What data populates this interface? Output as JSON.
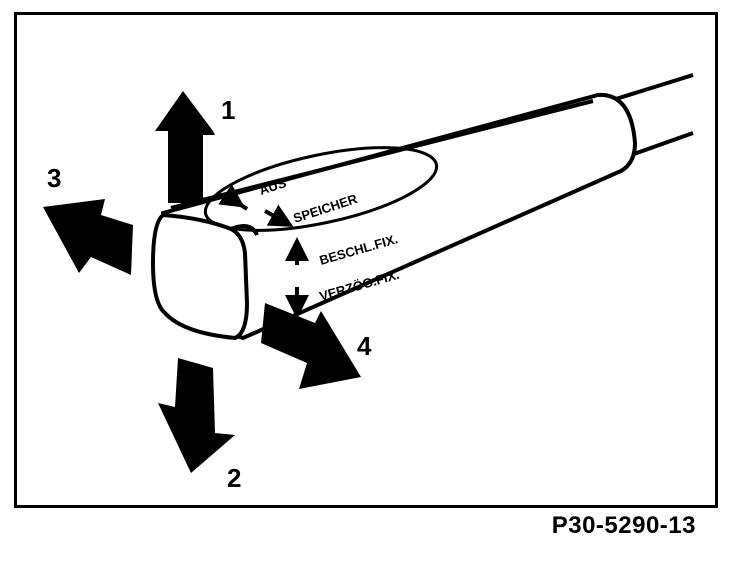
{
  "figure": {
    "labels": {
      "aus": "AUS",
      "speicher": "SPEICHER",
      "beschl": "BESCHL.FIX.",
      "verzog": "VERZÖG.FIX."
    },
    "arrows": {
      "n1": "1",
      "n2": "2",
      "n3": "3",
      "n4": "4"
    },
    "caption": "P30-5290-13"
  }
}
